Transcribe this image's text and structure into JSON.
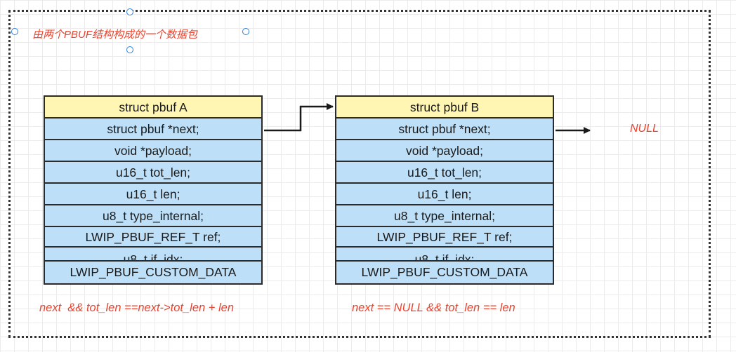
{
  "title": "由两个PBUF结构构成的一个数据包",
  "structs": [
    {
      "header": "struct pbuf A",
      "fields": [
        "struct pbuf *next;",
        "void *payload;",
        "u16_t tot_len;",
        "u16_t len;",
        "u8_t type_internal;",
        "LWIP_PBUF_REF_T ref;",
        "u8_t if_idx;",
        "LWIP_PBUF_CUSTOM_DATA"
      ],
      "caption": "next  && tot_len ==next->tot_len + len"
    },
    {
      "header": "struct pbuf B",
      "fields": [
        "struct pbuf *next;",
        "void *payload;",
        "u16_t tot_len;",
        "u16_t len;",
        "u8_t type_internal;",
        "LWIP_PBUF_REF_T ref;",
        "u8_t if_idx;",
        "LWIP_PBUF_CUSTOM_DATA"
      ],
      "caption": "next == NULL && tot_len == len"
    }
  ],
  "null_label": "NULL",
  "colors": {
    "header_fill": "#fff6b3",
    "field_fill": "#bddff7",
    "annotation": "#e8442f",
    "selection_handle": "#2f7fd8"
  }
}
